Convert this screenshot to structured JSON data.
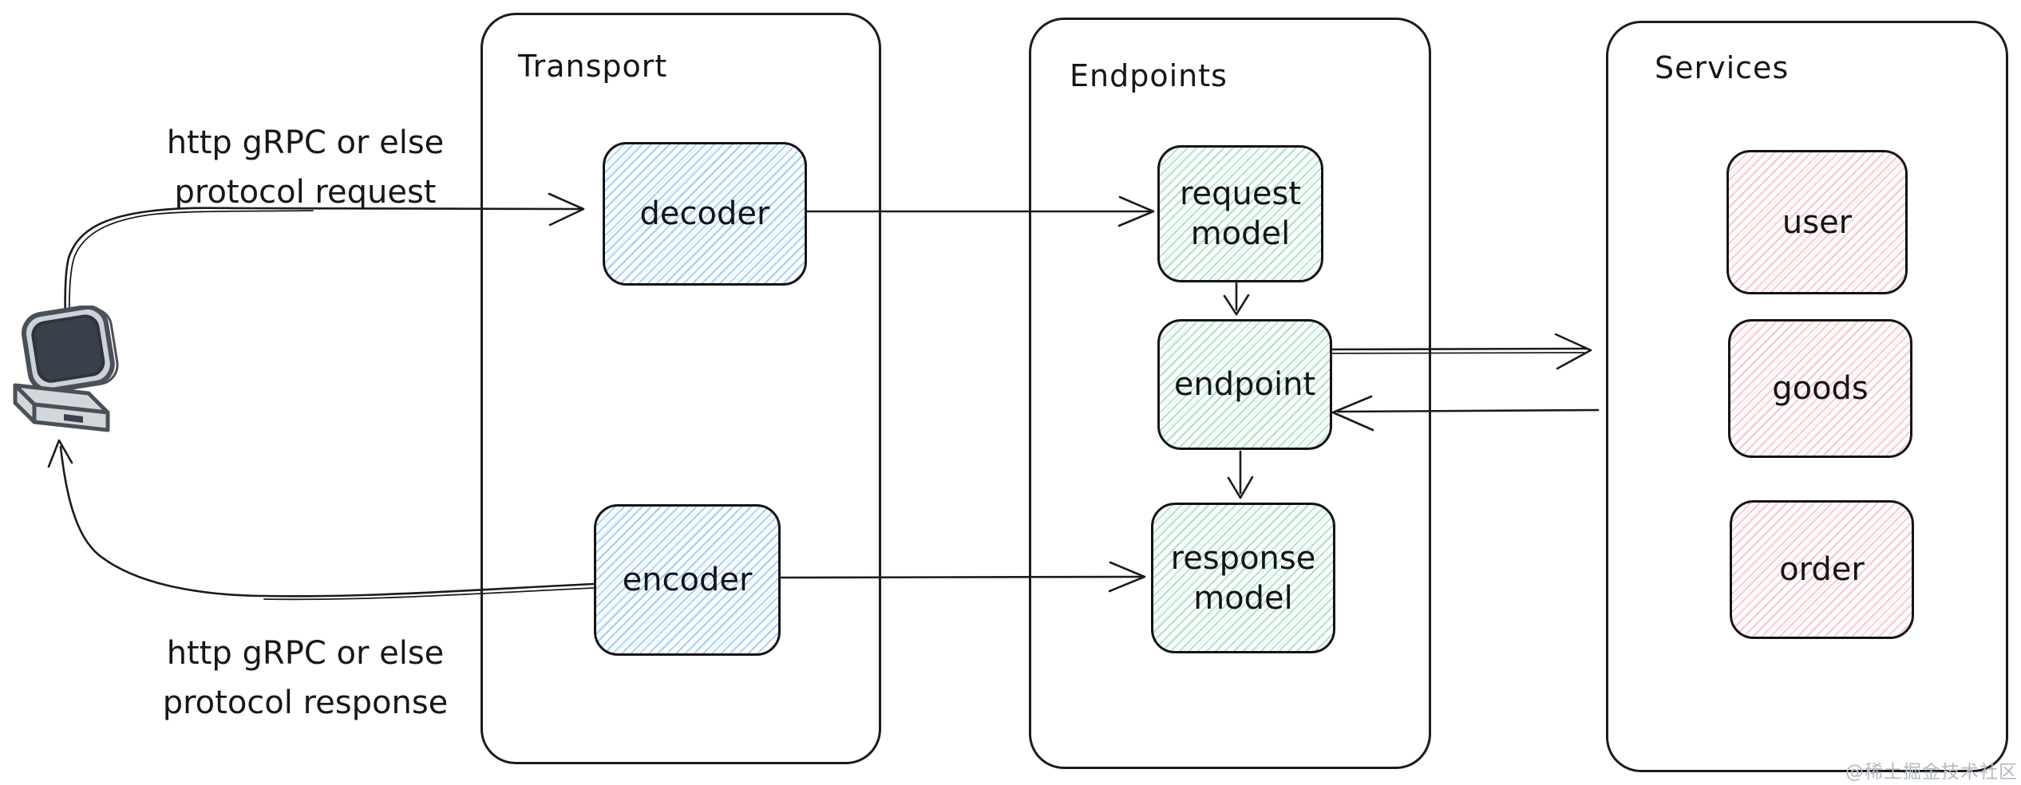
{
  "labels": {
    "request": {
      "line1": "http gRPC or else",
      "line2": "protocol request"
    },
    "response": {
      "line1": "http gRPC or else",
      "line2": "protocol response"
    }
  },
  "containers": {
    "transport": {
      "title": "Transport"
    },
    "endpoints": {
      "title": "Endpoints"
    },
    "services": {
      "title": "Services"
    }
  },
  "nodes": {
    "decoder": {
      "label": "decoder"
    },
    "encoder": {
      "label": "encoder"
    },
    "request_model": {
      "line1": "request",
      "line2": "model"
    },
    "endpoint": {
      "label": "endpoint"
    },
    "response_model": {
      "line1": "response",
      "line2": "model"
    },
    "user": {
      "label": "user"
    },
    "goods": {
      "label": "goods"
    },
    "order": {
      "label": "order"
    }
  },
  "icons": {
    "computer": "crt-computer-icon"
  },
  "watermark": "@稀土掘金技术社区",
  "colors": {
    "stroke": "#1b1b1f",
    "hatch_blue": "#6eb2ee",
    "hatch_green": "#6ac894",
    "hatch_pink": "#ec848c",
    "watermark": "#b3bac1"
  }
}
